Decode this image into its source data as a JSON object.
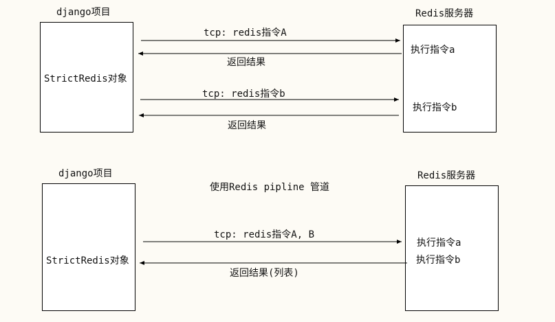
{
  "diagram": {
    "top": {
      "client_title": "django项目",
      "client_object": "StrictRedis对象",
      "server_title": "Redis服务器",
      "request_1": "tcp: redis指令A",
      "server_exec_1": "执行指令a",
      "response_1": "返回结果",
      "request_2": "tcp: redis指令b",
      "server_exec_2": "执行指令b",
      "response_2": "返回结果"
    },
    "bottom": {
      "client_title": "django项目",
      "client_object": "StrictRedis对象",
      "server_title": "Redis服务器",
      "pipeline_caption": "使用Redis pipline 管道",
      "request": "tcp: redis指令A, B",
      "server_exec_1": "执行指令a",
      "server_exec_2": "执行指令b",
      "response": "返回结果(列表)"
    }
  }
}
